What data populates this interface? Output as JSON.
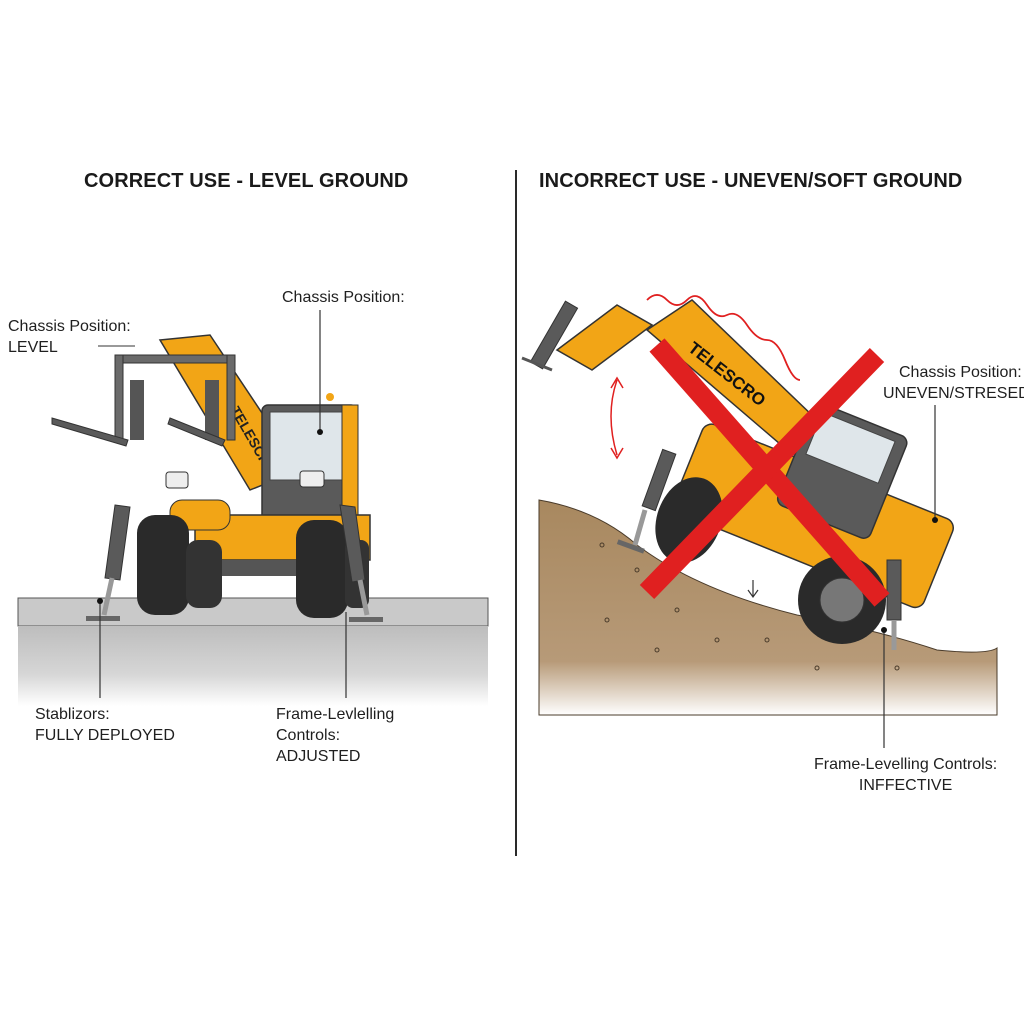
{
  "left_panel": {
    "title": "CORRECT USE - LEVEL GROUND",
    "labels": {
      "chassis_left": {
        "line1": "Chassis Position:",
        "line2": "LEVEL"
      },
      "chassis_top": {
        "line1": "Chassis Position:"
      },
      "stabilizers": {
        "line1": "Stablizors:",
        "line2": "FULLY DEPLOYED"
      },
      "frame_levelling": {
        "line1": "Frame-Levlelling",
        "line2": "Controls:",
        "line3": "ADJUSTED"
      }
    },
    "boom_text": "TELESCRO"
  },
  "right_panel": {
    "title": "INCORRECT USE - UNEVEN/SOFT GROUND",
    "labels": {
      "chassis": {
        "line1": "Chassis Position:",
        "line2": "UNEVEN/STRESED"
      },
      "frame_levelling": {
        "line1": "Frame-Levelling Controls:",
        "line2": "INFFECTIVE"
      }
    },
    "boom_text": "TELESCRO",
    "warning_mark": "red-x"
  },
  "colors": {
    "machine_yellow": "#f2a516",
    "machine_dark": "#5a5a5a",
    "ground_gray": "#c8c8c8",
    "soil_brown": "#a88a66",
    "warning_red": "#e02020"
  }
}
